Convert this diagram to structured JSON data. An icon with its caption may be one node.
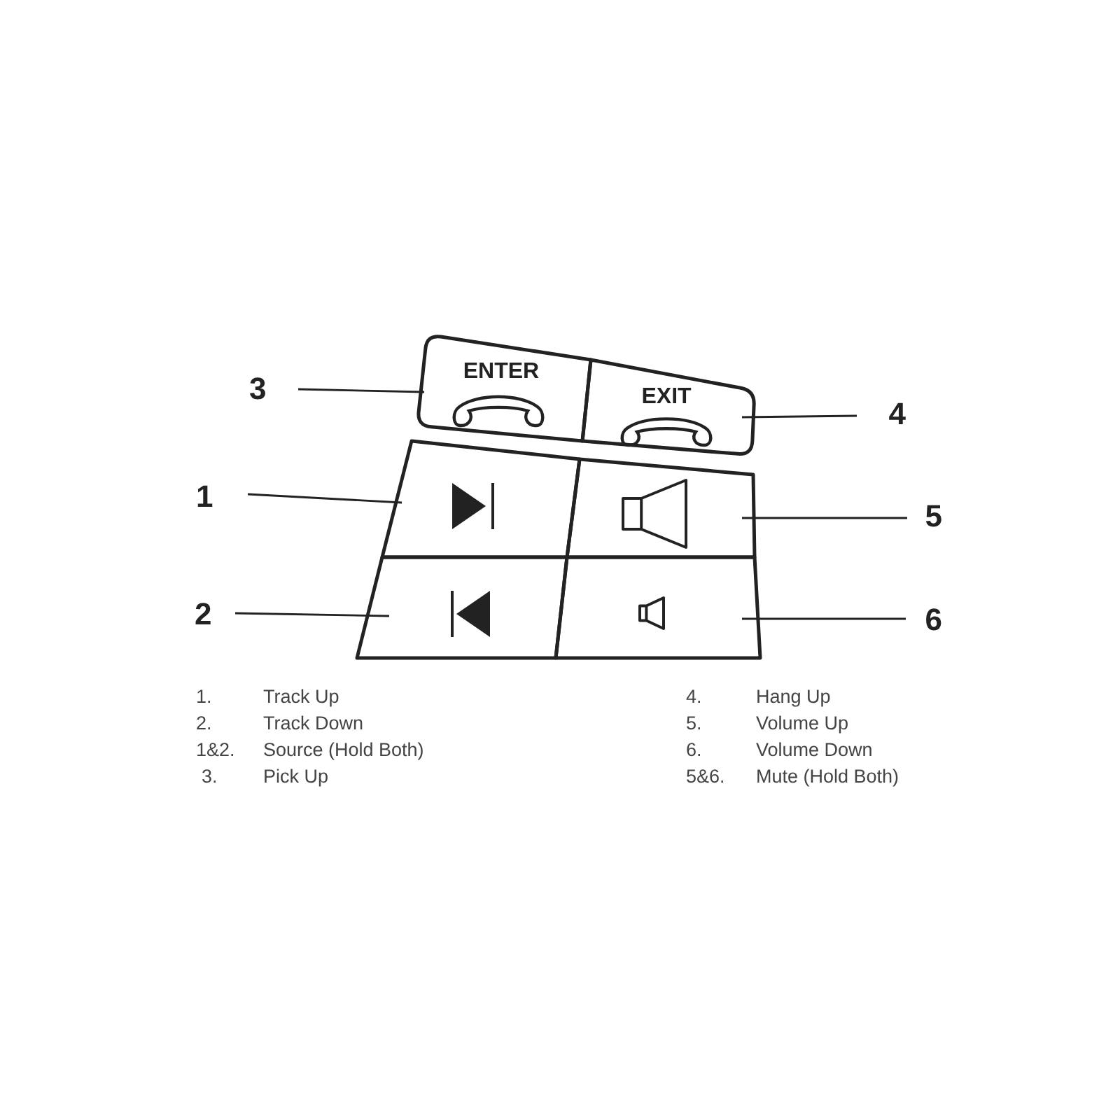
{
  "diagram": {
    "nodes": [
      {
        "text": [
          "3"
        ]
      },
      {
        "text": [
          "ENTER"
        ]
      },
      {
        "text": [
          "EXIT"
        ]
      },
      {
        "text": [
          "4"
        ]
      },
      {
        "text": [
          "1"
        ]
      },
      {
        "text": [],
        "shape": "box"
      },
      {
        "text": [],
        "shape": "box"
      },
      {
        "text": [
          "5"
        ]
      },
      {
        "text": [
          "2"
        ]
      },
      {
        "text": [],
        "shape": "box"
      },
      {
        "text": [],
        "shape": "box"
      },
      {
        "text": [
          "6"
        ]
      }
    ],
    "edges": [
      {
        "from": 0,
        "to": 1,
        "arrow": "none"
      },
      {
        "from": 3,
        "to": 2,
        "arrow": "none"
      },
      {
        "from": 4,
        "to": 5,
        "arrow": "none"
      },
      {
        "from": 7,
        "to": 6,
        "arrow": "none"
      },
      {
        "from": 8,
        "to": 9,
        "arrow": "none"
      },
      {
        "from": 11,
        "to": 10,
        "arrow": "none"
      }
    ],
    "labels": [
      "1.",
      "Track Up",
      "4.",
      "Hang Up",
      "2.",
      "Track Down",
      "5.",
      "Volume Up",
      "1&2.",
      "Source (Hold Both)",
      "6.",
      "Volume Down",
      "3.",
      "Pick Up",
      "5&6.",
      "Mute (Hold Both)"
    ]
  }
}
